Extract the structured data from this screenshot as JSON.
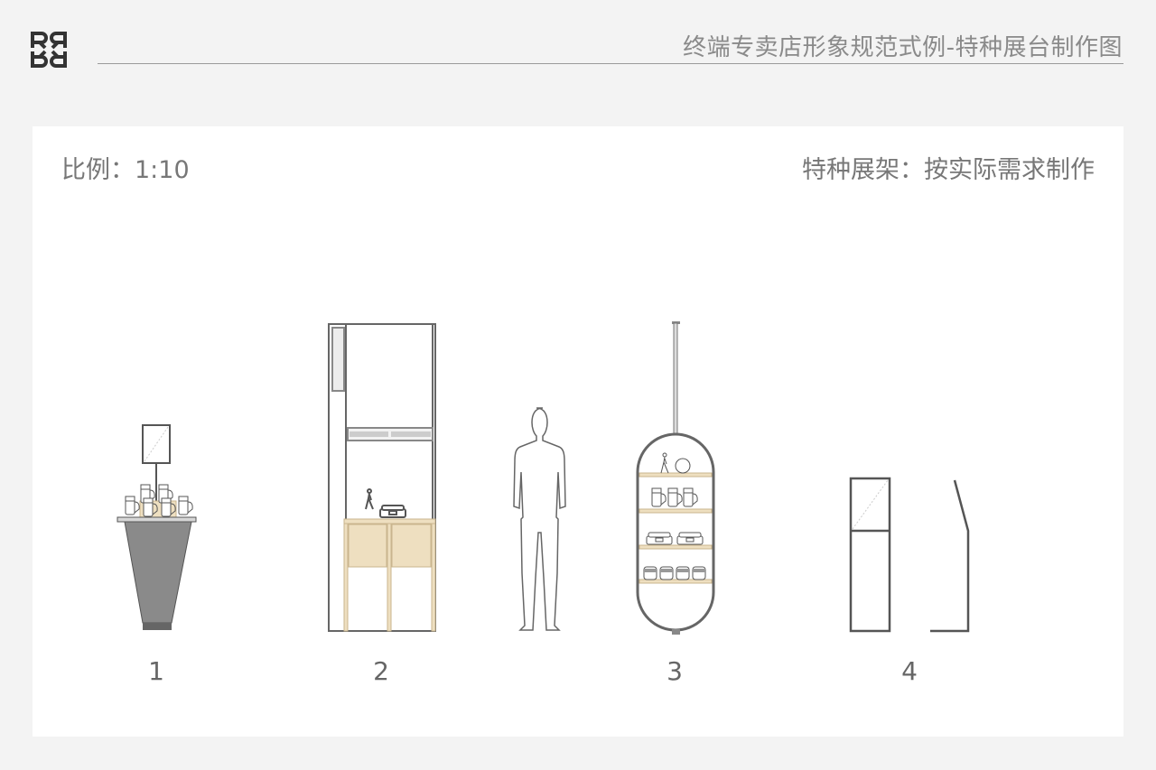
{
  "header": {
    "title": "终端专卖店形象规范式例-特种展台制作图",
    "logo": "RRRR"
  },
  "panel": {
    "scale_label": "比例：1:10",
    "note_label": "特种展架：按实际需求制作",
    "items": [
      {
        "number": "1",
        "kind": "pedestal-display-with-sign"
      },
      {
        "number": "2",
        "kind": "tall-frame-shelf-with-cabinet"
      },
      {
        "number": "3",
        "kind": "hanging-capsule-shelf"
      },
      {
        "number": "4",
        "kind": "standing-poster-sign"
      }
    ],
    "reference": "human-silhouette"
  },
  "colors": {
    "frame": "#555555",
    "wood": "#eedfc0",
    "pedestal": "#8a8a8a",
    "text": "#777777"
  }
}
